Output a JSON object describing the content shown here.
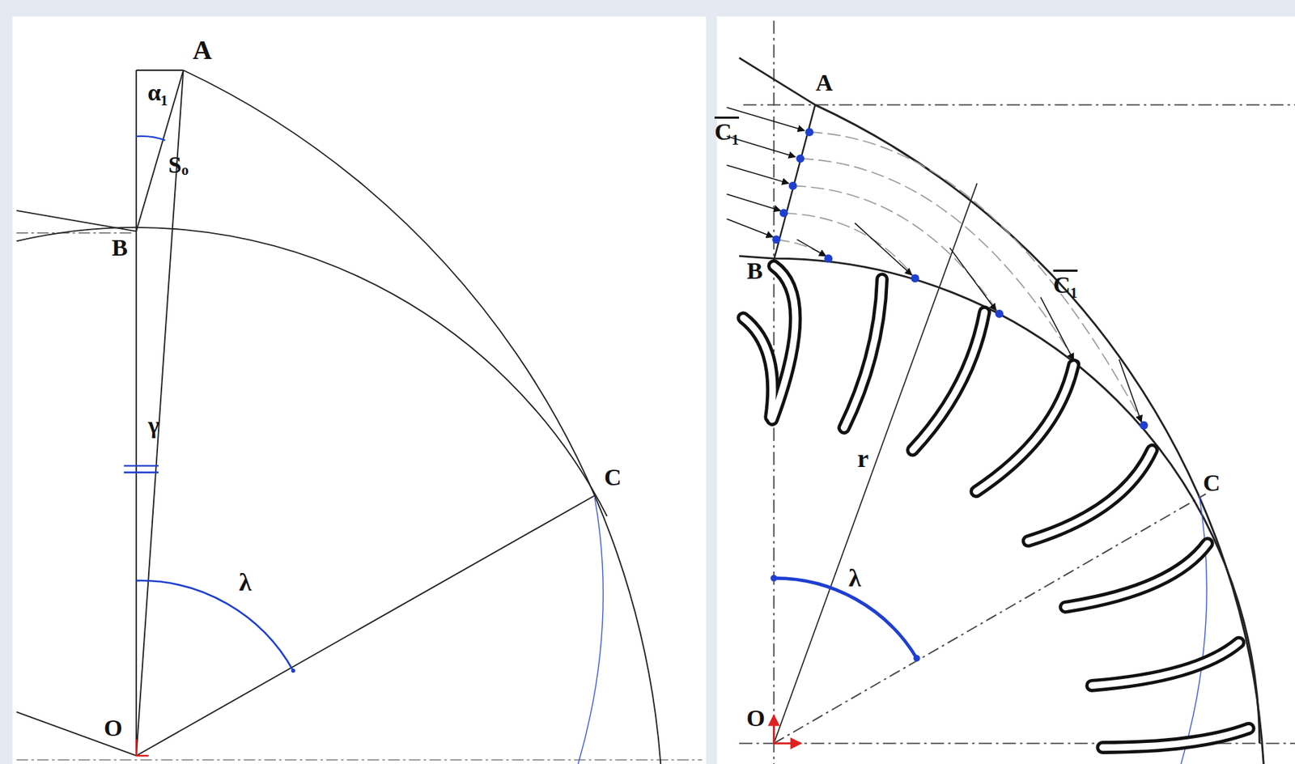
{
  "diagram": {
    "labels": [
      "A",
      "α₁",
      "Sₒ",
      "B",
      "γ",
      "C",
      "λ",
      "O",
      "A",
      "C₁",
      "B",
      "C₁",
      "r",
      "λ",
      "C",
      "O"
    ]
  }
}
